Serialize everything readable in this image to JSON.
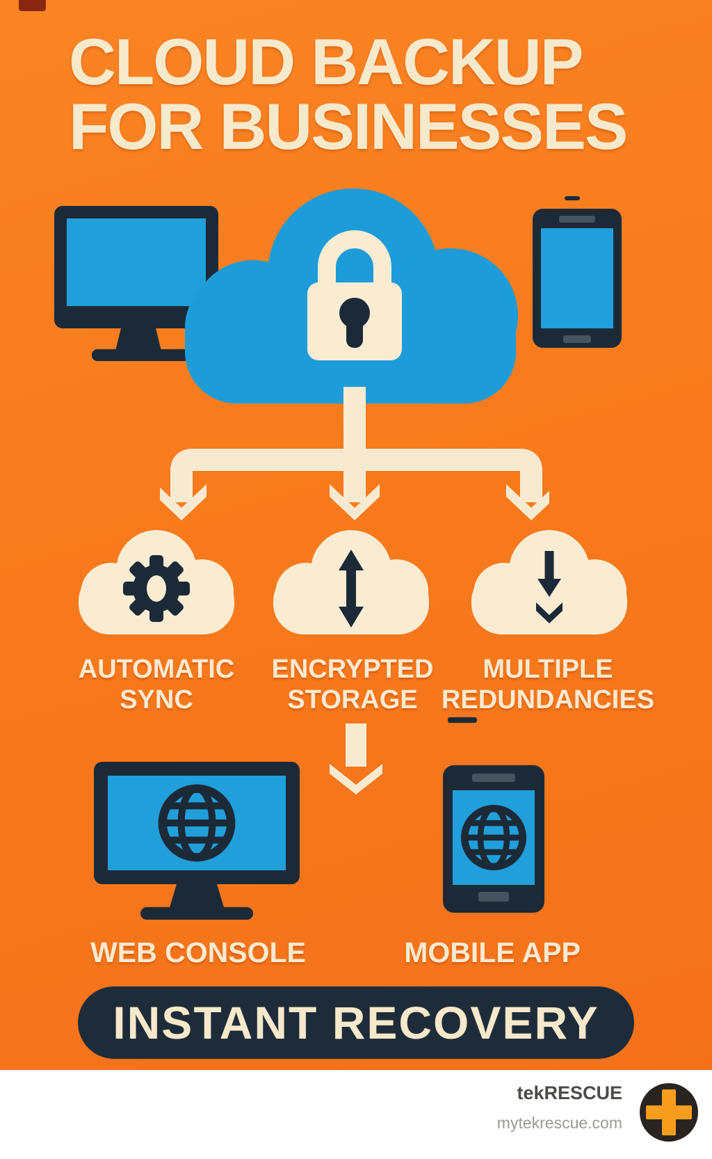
{
  "title": {
    "line1": "CLOUD BACKUP",
    "line2": "FOR BUSINESSES"
  },
  "hero": {
    "monitor_icon": "desktop-monitor-icon",
    "cloud_icon": "secure-cloud-icon",
    "lock_icon": "padlock-icon",
    "tablet_icon": "tablet-icon"
  },
  "connector": {
    "branches": 3,
    "style": "down-arrows"
  },
  "features": [
    {
      "icon": "gear-icon",
      "line1": "AUTOMATIC",
      "line2": "SYNC"
    },
    {
      "icon": "up-down-arrow-icon",
      "line1": "ENCRYPTED",
      "line2": "STORAGE"
    },
    {
      "icon": "download-icon",
      "line1": "MULTIPLE",
      "line2": "REDUNDANCIES"
    }
  ],
  "outputs": [
    {
      "icon": "web-console-monitor-globe-icon",
      "label": "WEB CONSOLE"
    },
    {
      "icon": "mobile-phone-globe-icon",
      "label": "MOBILE APP"
    }
  ],
  "banner": {
    "label": "INSTANT RECOVERY"
  },
  "footer": {
    "brand": "tekRESCUE",
    "website": "mytekrescue.com",
    "logo_icon": "plus-cross-icon"
  },
  "colors": {
    "background_orange": "#f8781c",
    "cream": "#f8ead0",
    "blue": "#1d9cd9",
    "navy": "#1c2a38",
    "banner_navy": "#1e2c3a",
    "footer_white": "#ffffff",
    "logo_plus_orange": "#f79d1e",
    "logo_circle_dark": "#2a2420"
  }
}
